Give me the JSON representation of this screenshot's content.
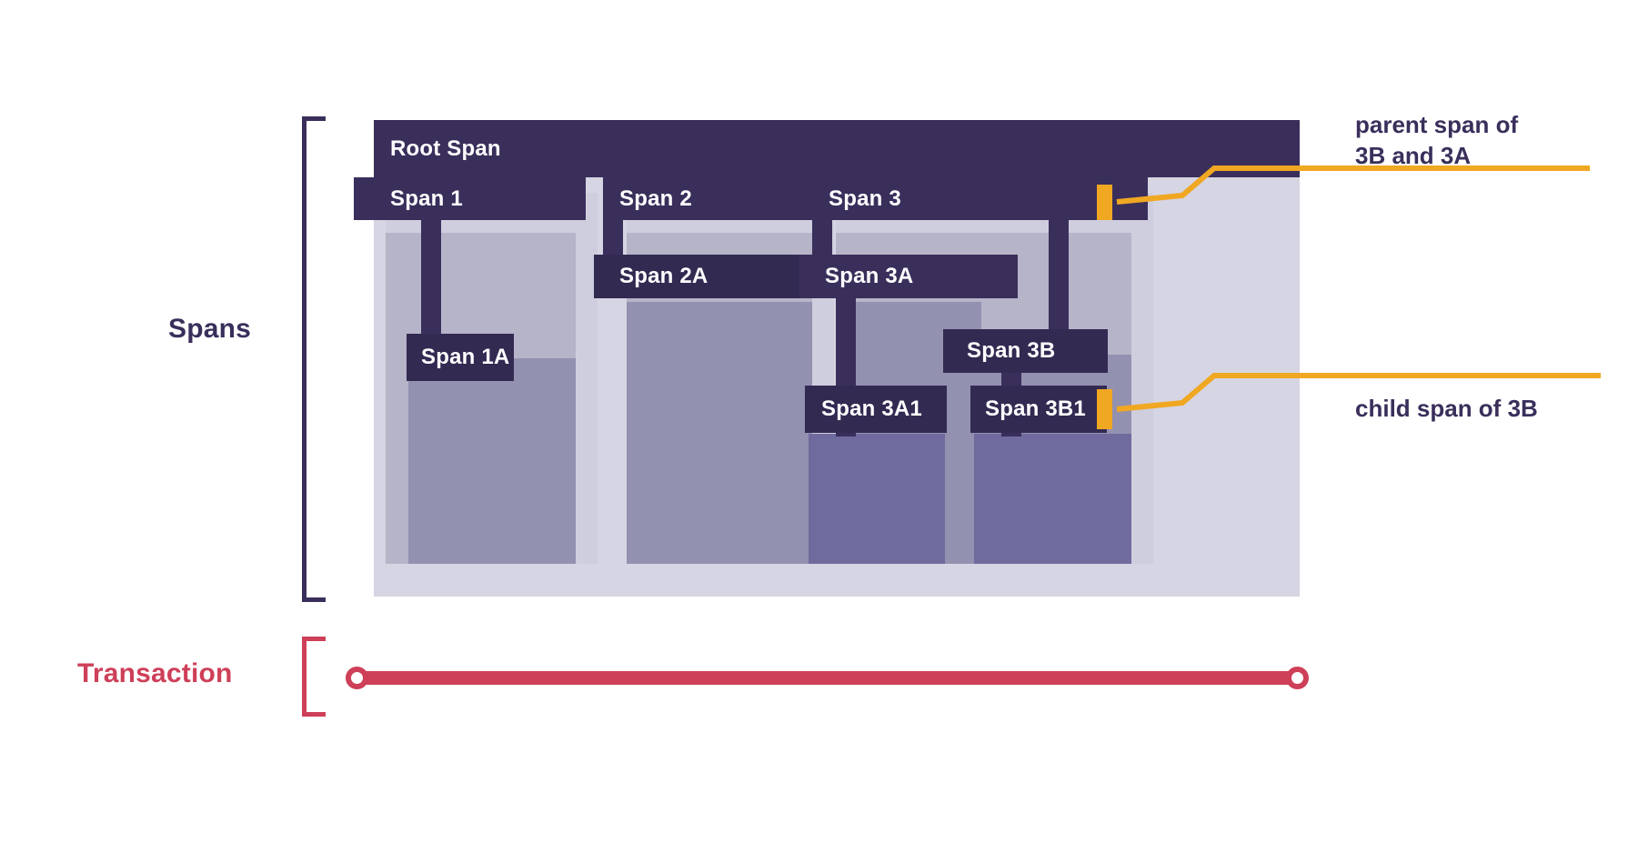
{
  "labels": {
    "spans_section": "Spans",
    "transaction_section": "Transaction"
  },
  "colors": {
    "span_dark": "#3a2f5b",
    "span_dark_deep": "#332a52",
    "canvas_bg": "#d6d5e3",
    "level1_fill": "#b6b4c8",
    "level2_fill": "#9391b0",
    "level3_fill": "#6f6b9e",
    "highlight": "#f0a722",
    "transaction": "#ce3f58",
    "text_on_dark": "#ffffff"
  },
  "diagram": {
    "type": "span-tree-waterfall",
    "root": "Root Span",
    "spans": [
      {
        "id": "root",
        "label": "Root Span",
        "depth": 0,
        "parent": null
      },
      {
        "id": "1",
        "label": "Span 1",
        "depth": 1,
        "parent": "root"
      },
      {
        "id": "1A",
        "label": "Span 1A",
        "depth": 2,
        "parent": "1"
      },
      {
        "id": "2",
        "label": "Span 2",
        "depth": 1,
        "parent": "root"
      },
      {
        "id": "2A",
        "label": "Span 2A",
        "depth": 2,
        "parent": "2"
      },
      {
        "id": "3",
        "label": "Span 3",
        "depth": 1,
        "parent": "root"
      },
      {
        "id": "3A",
        "label": "Span 3A",
        "depth": 2,
        "parent": "3"
      },
      {
        "id": "3A1",
        "label": "Span 3A1",
        "depth": 3,
        "parent": "3A"
      },
      {
        "id": "3B",
        "label": "Span 3B",
        "depth": 2,
        "parent": "3"
      },
      {
        "id": "3B1",
        "label": "Span 3B1",
        "depth": 3,
        "parent": "3B"
      }
    ]
  },
  "annotations": [
    {
      "id": "parent-annotation",
      "text": "parent span of\n3B and 3A",
      "targets_span": "Span 3"
    },
    {
      "id": "child-annotation",
      "text": "child span of 3B",
      "targets_span": "Span 3B1"
    }
  ],
  "transaction": {
    "label": "Transaction",
    "start_marker": "circle",
    "end_marker": "circle"
  }
}
